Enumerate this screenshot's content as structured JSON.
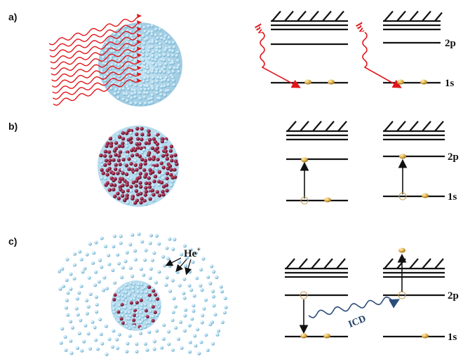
{
  "panels": {
    "a": {
      "label": "a)",
      "photon_label": "hν",
      "level_2p": "2p",
      "level_1s": "1s"
    },
    "b": {
      "label": "b)",
      "level_2p": "2p",
      "level_1s": "1s"
    },
    "c": {
      "label": "c)",
      "ion_label": "He",
      "ion_charge": "+",
      "icd_label": "ICD",
      "level_2p": "2p",
      "level_1s": "1s"
    }
  },
  "colors": {
    "photon": "#e0161b",
    "droplet_ground": "#a9d8ef",
    "droplet_excited": "#8f1f3f",
    "icd_wave": "#2b4d7a",
    "electron": "#d9a640",
    "levels": "#111111"
  }
}
